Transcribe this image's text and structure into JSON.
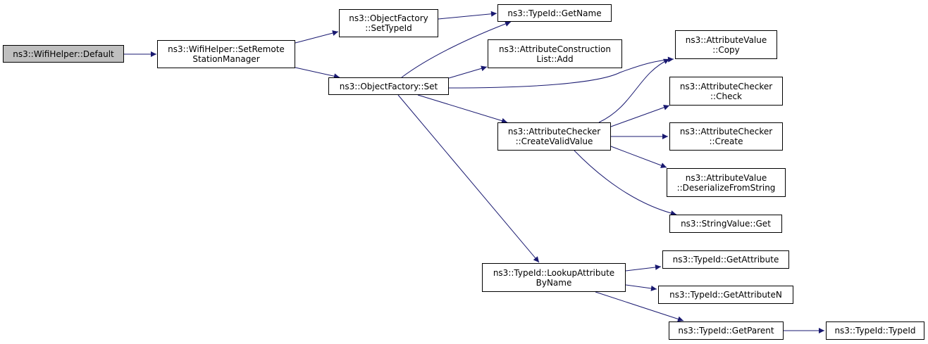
{
  "colors": {
    "edge": "#191970",
    "root_fill": "#bfbfbf",
    "node_fill": "#ffffff",
    "node_border": "#000000"
  },
  "nodes": {
    "wifi_default": {
      "lines": [
        "ns3::WifiHelper::Default"
      ]
    },
    "set_remote": {
      "lines": [
        "ns3::WifiHelper::SetRemote",
        "StationManager"
      ]
    },
    "of_settypeid": {
      "lines": [
        "ns3::ObjectFactory",
        "::SetTypeId"
      ]
    },
    "of_set": {
      "lines": [
        "ns3::ObjectFactory::Set"
      ]
    },
    "typeid_getname": {
      "lines": [
        "ns3::TypeId::GetName"
      ]
    },
    "acl_add": {
      "lines": [
        "ns3::AttributeConstruction",
        "List::Add"
      ]
    },
    "av_copy": {
      "lines": [
        "ns3::AttributeValue",
        "::Copy"
      ]
    },
    "ac_createvalid": {
      "lines": [
        "ns3::AttributeChecker",
        "::CreateValidValue"
      ]
    },
    "ac_check": {
      "lines": [
        "ns3::AttributeChecker",
        "::Check"
      ]
    },
    "ac_create": {
      "lines": [
        "ns3::AttributeChecker",
        "::Create"
      ]
    },
    "av_deserialize": {
      "lines": [
        "ns3::AttributeValue",
        "::DeserializeFromString"
      ]
    },
    "sv_get": {
      "lines": [
        "ns3::StringValue::Get"
      ]
    },
    "typeid_lookup": {
      "lines": [
        "ns3::TypeId::LookupAttribute",
        "ByName"
      ]
    },
    "typeid_getattr": {
      "lines": [
        "ns3::TypeId::GetAttribute"
      ]
    },
    "typeid_getattrn": {
      "lines": [
        "ns3::TypeId::GetAttributeN"
      ]
    },
    "typeid_getparent": {
      "lines": [
        "ns3::TypeId::GetParent"
      ]
    },
    "typeid_typeid": {
      "lines": [
        "ns3::TypeId::TypeId"
      ]
    }
  }
}
